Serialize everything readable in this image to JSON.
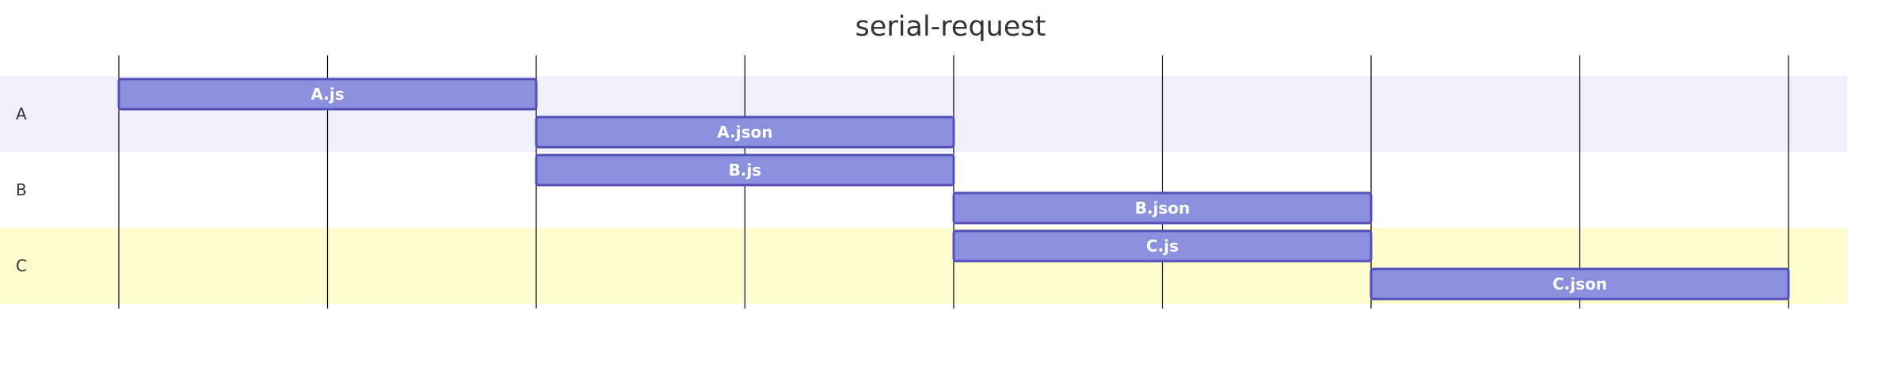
{
  "title": "serial-request",
  "colors": {
    "section_a_bg": "#efeffd",
    "section_b_bg": "#ffffff",
    "section_c_bg": "#fefccd",
    "task_fill": "#8a90dd",
    "task_stroke": "#534fbc",
    "grid": "#000000",
    "text": "#333333"
  },
  "sections": [
    {
      "name": "A"
    },
    {
      "name": "B"
    },
    {
      "name": "C"
    }
  ],
  "tasks": [
    {
      "label": "A.js",
      "section": 0,
      "start": 0,
      "end": 2
    },
    {
      "label": "A.json",
      "section": 0,
      "start": 2,
      "end": 4
    },
    {
      "label": "B.js",
      "section": 1,
      "start": 2,
      "end": 4
    },
    {
      "label": "B.json",
      "section": 1,
      "start": 4,
      "end": 6
    },
    {
      "label": "C.js",
      "section": 2,
      "start": 4,
      "end": 6
    },
    {
      "label": "C.json",
      "section": 2,
      "start": 6,
      "end": 8
    }
  ],
  "time_divisions": 8
}
